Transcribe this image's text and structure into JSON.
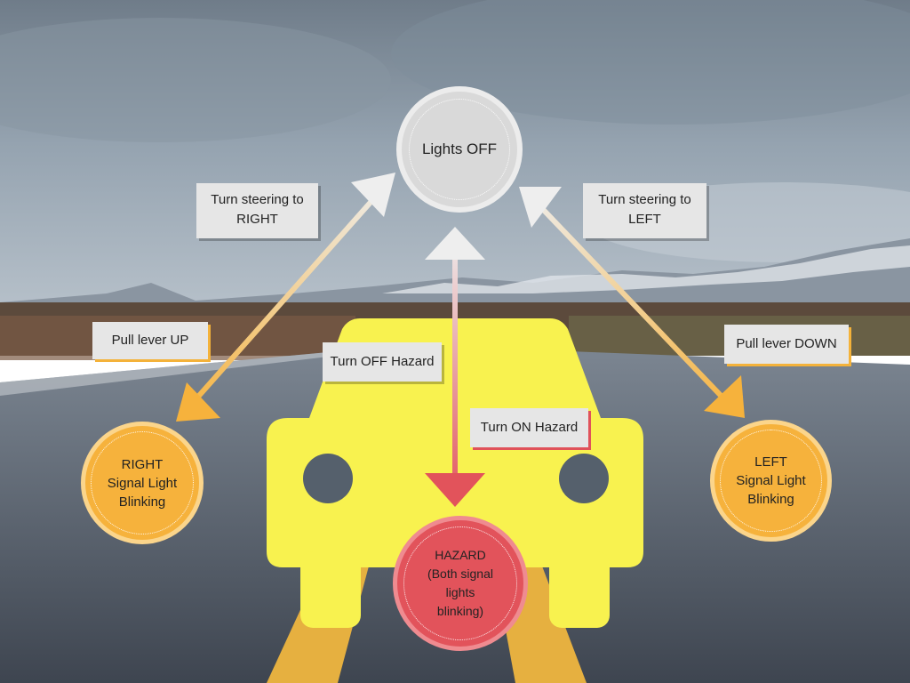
{
  "diagram": {
    "nodes": {
      "lights_off": "Lights OFF",
      "right": "RIGHT\nSignal Light\nBlinking",
      "left": "LEFT\nSignal Light\nBlinking",
      "hazard": "HAZARD\n(Both signal\nlights\nblinking)"
    },
    "edges": {
      "turn_right": "Turn steering to\nRIGHT",
      "turn_left": "Turn steering to\nLEFT",
      "pull_up": "Pull lever UP",
      "pull_down": "Pull lever DOWN",
      "hazard_off": "Turn OFF Hazard",
      "hazard_on": "Turn ON Hazard"
    },
    "colors": {
      "lights_off": "#d9d9d9",
      "signal": "#f6b23c",
      "hazard": "#e2535b",
      "car": "#f8f24f",
      "arrow_neutral": "#eeeeee"
    }
  }
}
